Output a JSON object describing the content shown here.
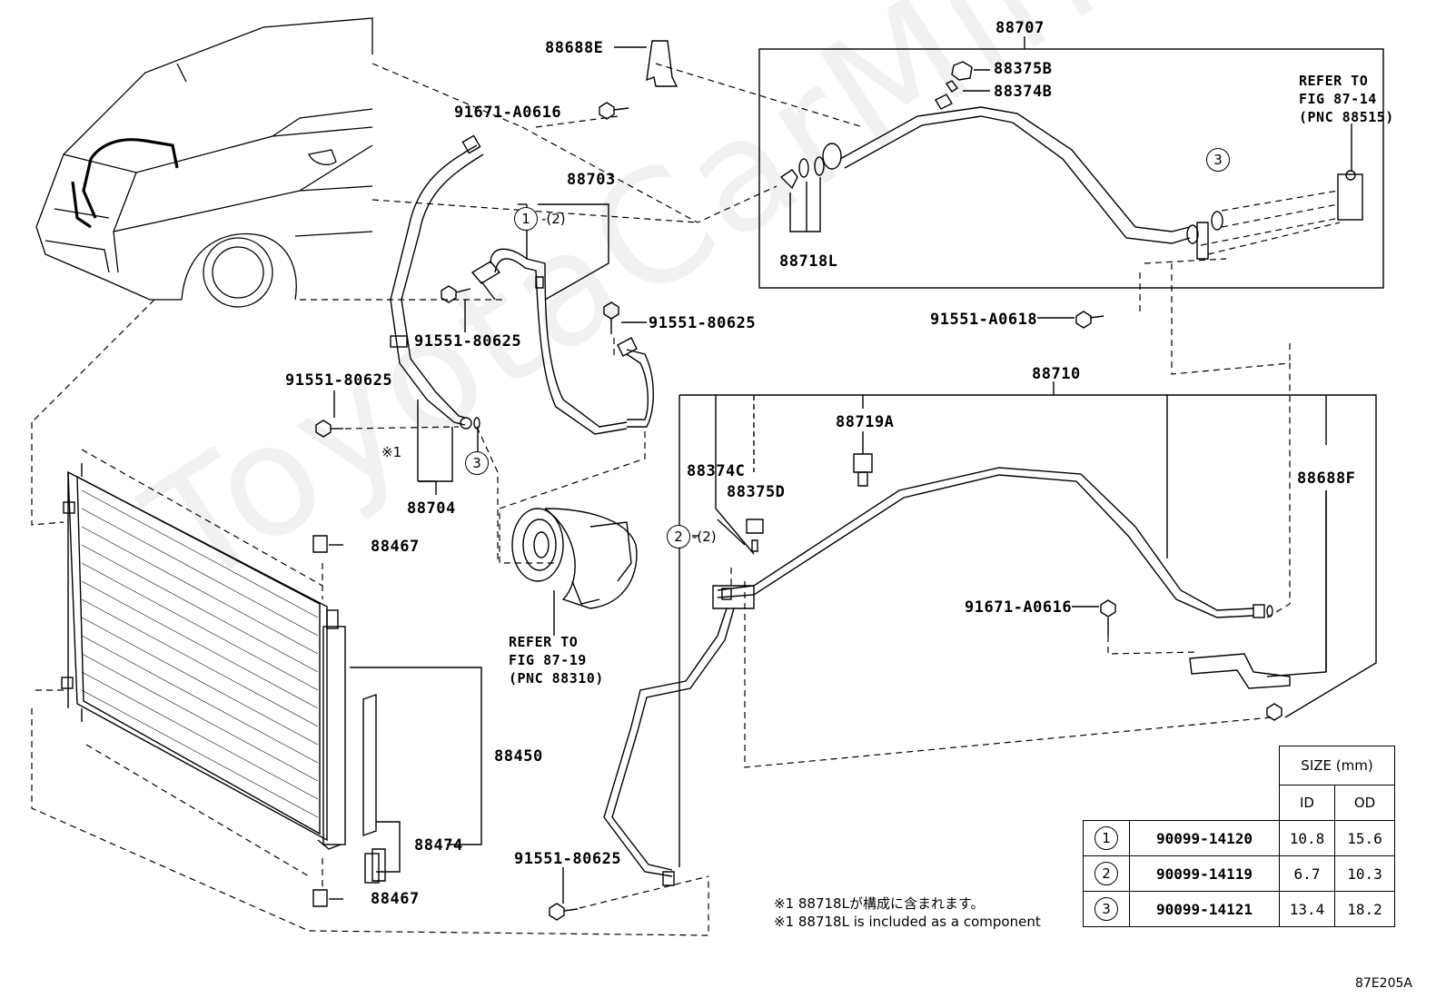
{
  "watermark": "ToyotaCarMine.ru",
  "labels": {
    "p88707": "88707",
    "p88688E": "88688E",
    "p91671_A0616_top": "91671-A0616",
    "p88375B": "88375B",
    "p88374B": "88374B",
    "refer_87_14": [
      "REFER TO",
      "FIG 87-14",
      "(PNC 88515)"
    ],
    "p88703": "88703",
    "note_c1": "-(2)",
    "p88718L": "88718L",
    "p91551_80625_a": "91551-80625",
    "p91551_80625_b": "91551-80625",
    "p91551_A0618": "91551-A0618",
    "p91551_80625_c": "91551-80625",
    "p88710": "88710",
    "p88719A": "88719A",
    "star1": "※1",
    "p88704": "88704",
    "p88374C": "88374C",
    "p88375D": "88375D",
    "p88688F": "88688F",
    "note_c2": "-(2)",
    "p88467_top": "88467",
    "p91671_A0616_mid": "91671-A0616",
    "refer_87_19": [
      "REFER TO",
      "FIG 87-19",
      "(PNC 88310)"
    ],
    "p88450": "88450",
    "p88474": "88474",
    "p88467_bot": "88467",
    "p91551_80625_d": "91551-80625",
    "footnote_jp": "※1 88718Lが構成に含まれます。",
    "footnote_en": "※1 88718L is included as a component",
    "figure_code": "87E205A"
  },
  "circled": {
    "one": "1",
    "two": "2",
    "three": "3"
  },
  "size_table": {
    "title": "SIZE (mm)",
    "col_id": "ID",
    "col_od": "OD",
    "rows": [
      {
        "mark": "1",
        "part": "90099-14120",
        "id": "10.8",
        "od": "15.6"
      },
      {
        "mark": "2",
        "part": "90099-14119",
        "id": "6.7",
        "od": "10.3"
      },
      {
        "mark": "3",
        "part": "90099-14121",
        "id": "13.4",
        "od": "18.2"
      }
    ]
  }
}
